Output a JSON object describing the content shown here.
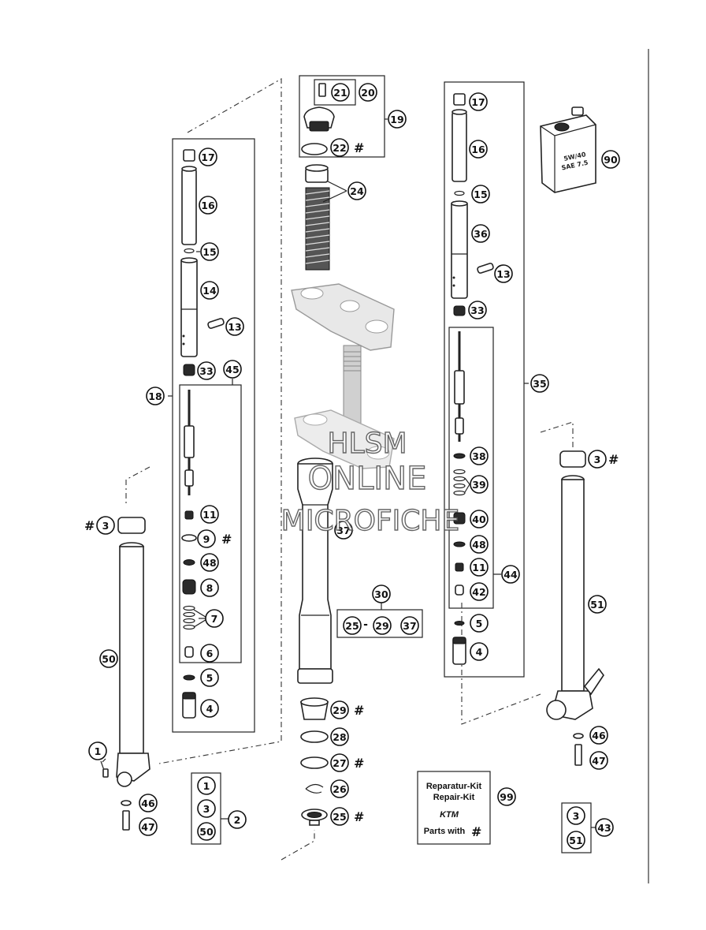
{
  "diagram": {
    "callouts": {
      "c17a": "17",
      "c16a": "16",
      "c15a": "15",
      "c14": "14",
      "c13a": "13",
      "c33a": "33",
      "c45": "45",
      "c18": "18",
      "c11a": "11",
      "c9": "9",
      "c48a": "48",
      "c8": "8",
      "c7": "7",
      "c6": "6",
      "c5a": "5",
      "c4a": "4",
      "c3a": "3",
      "c50a": "50",
      "c1a": "1",
      "c46a": "46",
      "c47a": "47",
      "c1b": "1",
      "c3b": "3",
      "c50b": "50",
      "c2": "2",
      "c21": "21",
      "c20": "20",
      "c19": "19",
      "c22": "22",
      "c24": "24",
      "c37a": "37",
      "c30": "30",
      "c25a": "25",
      "c29a": "29",
      "c37b": "37",
      "c29b": "29",
      "c28": "28",
      "c27": "27",
      "c26": "26",
      "c25b": "25",
      "c17b": "17",
      "c16b": "16",
      "c15b": "15",
      "c36": "36",
      "c13b": "13",
      "c33b": "33",
      "c35": "35",
      "c38": "38",
      "c39": "39",
      "c40": "40",
      "c48b": "48",
      "c11b": "11",
      "c44": "44",
      "c42": "42",
      "c5b": "5",
      "c4b": "4",
      "c90": "90",
      "c3c": "3",
      "c51a": "51",
      "c46b": "46",
      "c47b": "47",
      "c99": "99",
      "c3d": "3",
      "c51b": "51",
      "c43": "43"
    },
    "hash_mark": "#",
    "range_dash": "-",
    "oil_label": [
      "5W/40",
      "SAE 7.5"
    ],
    "repair_kit": {
      "line1": "Reparatur-Kit",
      "line2": "Repair-Kit",
      "brand": "KTM",
      "line3": "Parts with"
    },
    "watermark": [
      "HLSM",
      "ONLINE",
      "MICROFICHE"
    ]
  }
}
